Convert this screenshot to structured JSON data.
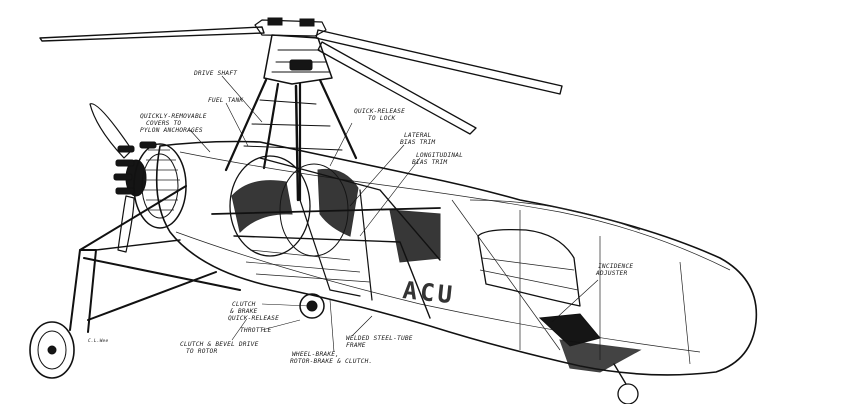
{
  "labels": {
    "drive_shaft": "DRIVE SHAFT",
    "fuel_tank": "FUEL TANK",
    "quickly_removable_1": "QUICKLY-REMOVABLE",
    "quickly_removable_2": "COVERS TO",
    "quickly_removable_3": "PYLON ANCHORAGES",
    "quick_release_1": "QUICK-RELEASE",
    "quick_release_2": "TO LOCK",
    "lateral_trim_1": "LATERAL",
    "lateral_trim_2": "BIAS TRIM",
    "long_trim_1": "LONGITUDINAL",
    "long_trim_2": "BIAS TRIM",
    "incidence_1": "INCIDENCE",
    "incidence_2": "ADJUSTER",
    "clutch_1": "CLUTCH",
    "clutch_2": "& BRAKE",
    "clutch_3": "QUICK-RELEASE",
    "throttle": "THROTTLE",
    "clutch_bevel_1": "CLUTCH & BEVEL DRIVE",
    "clutch_bevel_2": "TO ROTOR",
    "welded_1": "WELDED STEEL-TUBE",
    "welded_2": "FRAME",
    "wheel_brake_1": "WHEEL-BRAKE,",
    "wheel_brake_2": "ROTOR-BRAKE & CLUTCH.",
    "fuselage_letters": "ACU",
    "artist_signature": "C.L.Wee"
  }
}
